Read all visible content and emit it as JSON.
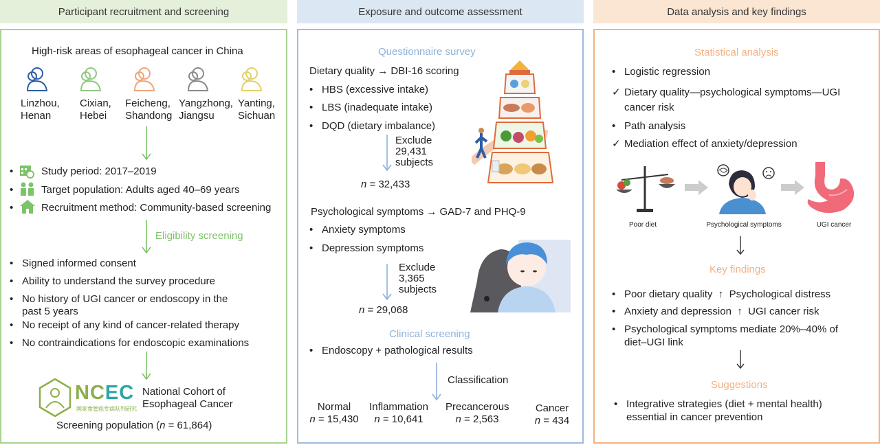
{
  "colors": {
    "green_header": "#e4f0da",
    "blue_header": "#dce7f4",
    "orange_header": "#fbe5d3",
    "green_border": "#a9d18e",
    "blue_border": "#9dbbe0",
    "orange_border": "#f4b183",
    "green_text": "#7dc36a",
    "blue_text": "#8eb1dc",
    "orange_text": "#f4b183"
  },
  "headers": {
    "left": "Participant recruitment and screening",
    "middle": "Exposure and outcome assessment",
    "right": "Data analysis and key findings"
  },
  "left": {
    "areas_title": "High-risk areas of esophageal cancer in China",
    "cities": [
      {
        "l1": "Linzhou,",
        "l2": "Henan",
        "icon": "person-icon",
        "color": "#2e5da8"
      },
      {
        "l1": "Cixian,",
        "l2": "Hebei",
        "icon": "person-icon",
        "color": "#8fc77d"
      },
      {
        "l1": "Feicheng,",
        "l2": "Shandong",
        "icon": "person-icon",
        "color": "#f0a57a"
      },
      {
        "l1": "Yangzhong,",
        "l2": "Jiangsu",
        "icon": "person-icon",
        "color": "#8a8a8a"
      },
      {
        "l1": "Yanting,",
        "l2": "Sichuan",
        "icon": "person-icon",
        "color": "#e2d06a"
      }
    ],
    "study_info": [
      {
        "icon": "calendar-icon",
        "text": "Study period: 2017–2019"
      },
      {
        "icon": "people-icon",
        "text": "Target population: Adults aged 40–69 years"
      },
      {
        "icon": "house-icon",
        "text": "Recruitment method: Community-based screening"
      }
    ],
    "eligibility_label": "Eligibility screening",
    "criteria": [
      "Signed informed consent",
      "Ability to understand the survey procedure",
      "No history of UGI cancer or endoscopy in the",
      "past 5 years",
      "No receipt of any kind of cancer-related therapy",
      "No contraindications for endoscopic examinations"
    ],
    "ncec_logo": "NCEC",
    "ncec_logo_sub": "国家食管癌专病队列研究",
    "cohort_l1": "National Cohort of",
    "cohort_l2": "Esophageal Cancer",
    "screening_pre": "Screening population (",
    "screening_n": "n",
    "screening_post": " = 61,864)"
  },
  "middle": {
    "questionnaire_label": "Questionnaire survey",
    "dietary_quality": "Dietary quality → DBI-16 scoring",
    "diet_items": [
      "HBS (excessive intake)",
      "LBS (inadequate intake)",
      "DQD (dietary imbalance)"
    ],
    "exclude1": [
      "Exclude",
      "29,431",
      "subjects"
    ],
    "n1_label": "n",
    "n1_value": " = 32,433",
    "psych_line": "Psychological symptoms  →  GAD-7 and PHQ-9",
    "psych_items": [
      "Anxiety symptoms",
      "Depression symptoms"
    ],
    "exclude2": [
      "Exclude",
      "3,365",
      "subjects"
    ],
    "n2_label": "n",
    "n2_value": " = 29,068",
    "clinical_label": "Clinical screening",
    "clinical_item": "Endoscopy + pathological results",
    "classification": "Classification",
    "groups": [
      {
        "name": "Normal",
        "n": "n",
        "value": " = 15,430"
      },
      {
        "name": "Inflammation",
        "n": "n",
        "value": " = 10,641"
      },
      {
        "name": "Precancerous",
        "n": "n",
        "value": " = 2,563"
      },
      {
        "name": "Cancer",
        "n": "n",
        "value": " = 434"
      }
    ]
  },
  "right": {
    "statistical_label": "Statistical analysis",
    "analysis_items": [
      {
        "mark": "•",
        "text": "Logistic regression"
      },
      {
        "mark": "✓",
        "text": "Dietary quality—psychological symptoms—UGI"
      },
      {
        "mark": "",
        "text": "cancer risk"
      },
      {
        "mark": "•",
        "text": "Path analysis"
      },
      {
        "mark": "✓",
        "text": "Mediation effect of anxiety/depression"
      }
    ],
    "illus_labels": [
      "Poor diet",
      "Psychological symptoms",
      "UGI cancer"
    ],
    "key_findings_label": "Key findings",
    "findings": [
      {
        "a": "Poor dietary quality",
        "arrow": "↑",
        "b": "Psychological distress"
      },
      {
        "a": "Anxiety and depression",
        "arrow": "↑",
        "b": "UGI cancer risk"
      }
    ],
    "finding3_l1": "Psychological symptoms mediate 20%–40% of",
    "finding3_l2": "diet–UGI link",
    "suggestions_label": "Suggestions",
    "suggestion_l1": "Integrative strategies (diet + mental health)",
    "suggestion_l2": "essential in cancer prevention"
  }
}
